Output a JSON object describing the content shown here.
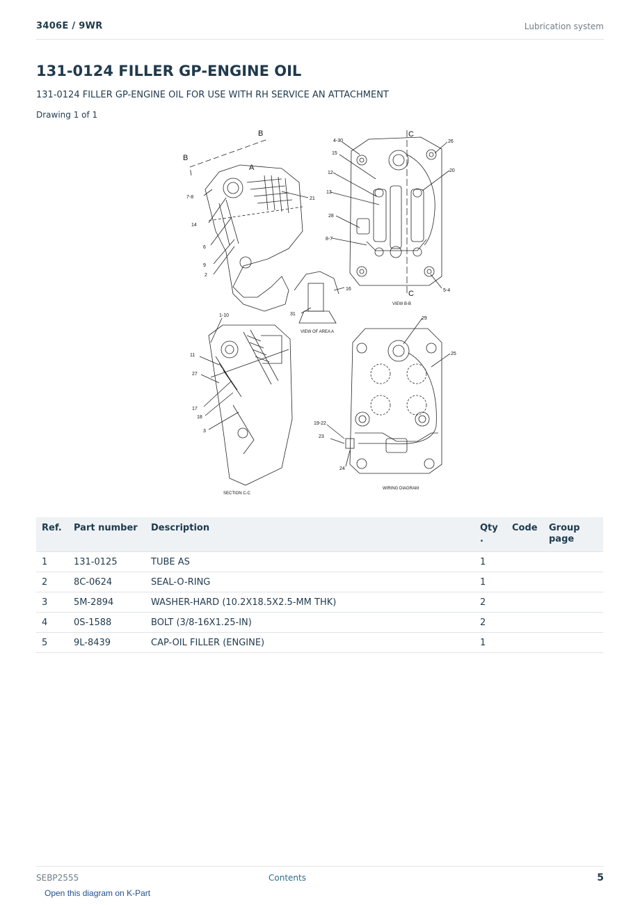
{
  "header": {
    "model": "3406E  /  9WR",
    "section": "Lubrication system"
  },
  "title": "131-0124 FILLER GP-ENGINE OIL",
  "subtitle": "131-0124 FILLER GP-ENGINE OIL FOR USE WITH RH SERVICE AN ATTACHMENT",
  "drawing_label": "Drawing 1 of 1",
  "diagram": {
    "callouts": [
      "B",
      "B",
      "A",
      "7-8",
      "14",
      "6",
      "9",
      "2",
      "21",
      "4-30",
      "15",
      "12",
      "13",
      "28",
      "8-7",
      "26",
      "20",
      "5-4",
      "C",
      "C",
      "16",
      "31",
      "1-10",
      "11",
      "27",
      "17",
      "18",
      "3",
      "29",
      "25",
      "19-22",
      "23",
      "24"
    ],
    "captions": {
      "view_bb": "VIEW B-B",
      "view_area_a": "VIEW OF AREA A",
      "section_cc": "SECTION C-C",
      "wiring": "WIRING DIAGRAM"
    }
  },
  "table": {
    "headers": {
      "ref": "Ref.",
      "part_number": "Part number",
      "description": "Description",
      "qty_line1": "Qty",
      "qty_line2": ".",
      "code": "Code",
      "group_line1": "Group",
      "group_line2": "page"
    },
    "rows": [
      {
        "ref": "1",
        "part_number": "131-0125",
        "description": "TUBE AS",
        "qty": "1",
        "code": "",
        "group": ""
      },
      {
        "ref": "2",
        "part_number": "8C-0624",
        "description": "SEAL-O-RING",
        "qty": "1",
        "code": "",
        "group": ""
      },
      {
        "ref": "3",
        "part_number": "5M-2894",
        "description": "WASHER-HARD (10.2X18.5X2.5-MM THK)",
        "qty": "2",
        "code": "",
        "group": ""
      },
      {
        "ref": "4",
        "part_number": "0S-1588",
        "description": "BOLT (3/8-16X1.25-IN)",
        "qty": "2",
        "code": "",
        "group": ""
      },
      {
        "ref": "5",
        "part_number": "9L-8439",
        "description": "CAP-OIL FILLER (ENGINE)",
        "qty": "1",
        "code": "",
        "group": ""
      }
    ]
  },
  "footer": {
    "doc_number": "SEBP2555",
    "contents_link": "Contents",
    "page_number": "5"
  },
  "kpart_link": "Open this diagram on K-Part"
}
